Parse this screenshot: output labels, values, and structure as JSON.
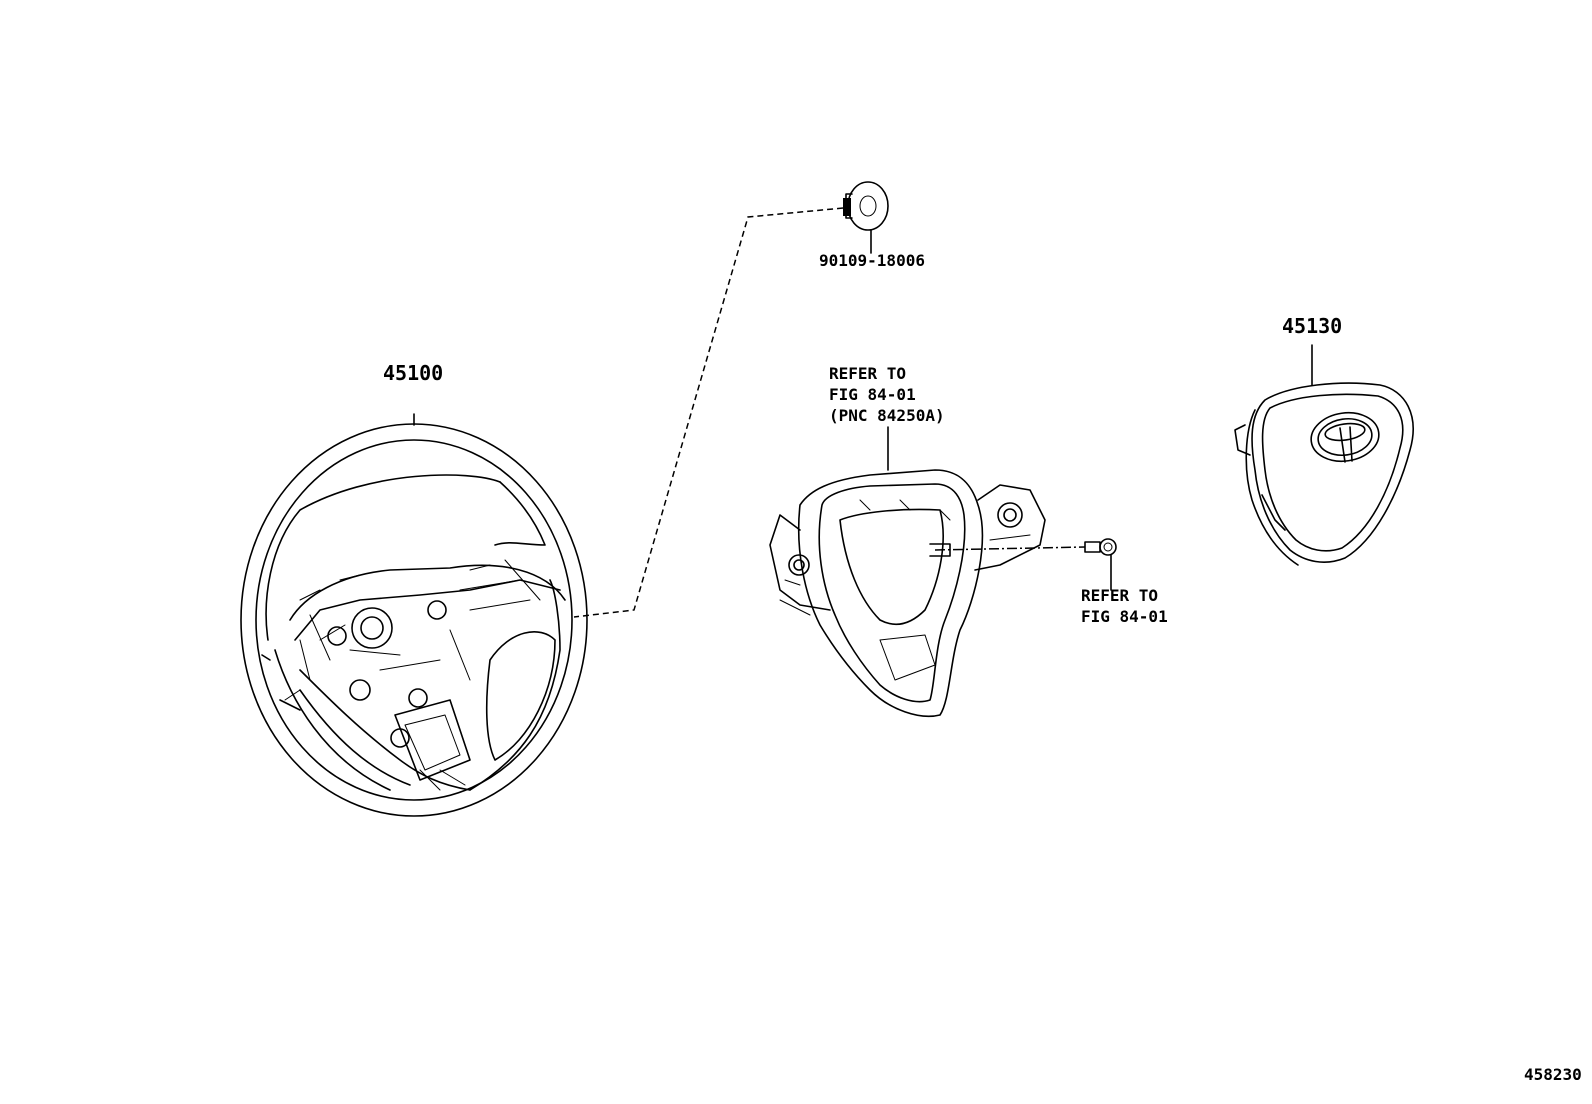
{
  "parts": {
    "bolt_label": "90109-18006",
    "wheel_label": "45100",
    "airbag_label": "45130",
    "cover_ref_line1": "REFER TO",
    "cover_ref_line2": "FIG 84-01",
    "cover_ref_line3": "(PNC 84250A)",
    "screw_ref_line1": "REFER TO",
    "screw_ref_line2": "FIG 84-01"
  },
  "figure_number": "458230"
}
